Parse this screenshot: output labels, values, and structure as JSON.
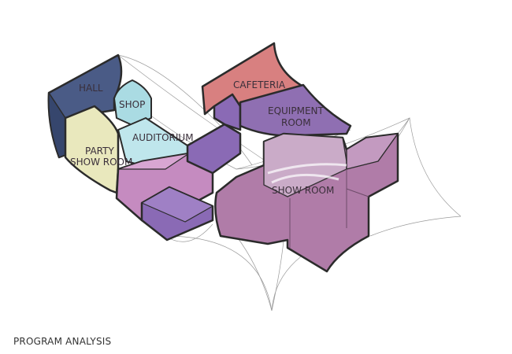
{
  "diagram": {
    "labels": {
      "hall": "HALL",
      "shop": "SHOP",
      "auditorium": "AUDITORIUM",
      "party_line1": "PARTY",
      "party_line2": "SHOW ROOM",
      "cafeteria": "CAFETERIA",
      "equipment_line1": "EQUIPMENT",
      "equipment_line2": "ROOM",
      "show_room": "SHOW ROOM"
    },
    "colors": {
      "hall": "#4a5b86",
      "shop": "#aadbe3",
      "auditorium": "#bfe6ec",
      "party_show_room": "#e9e8bd",
      "cafeteria": "#d88080",
      "equipment_room": "#8f6fb2",
      "show_room": "#b07ca8",
      "purple_block": "#8a6ab5",
      "outline": "#2b2b2b"
    }
  },
  "caption": "PROGRAM ANALYSIS"
}
